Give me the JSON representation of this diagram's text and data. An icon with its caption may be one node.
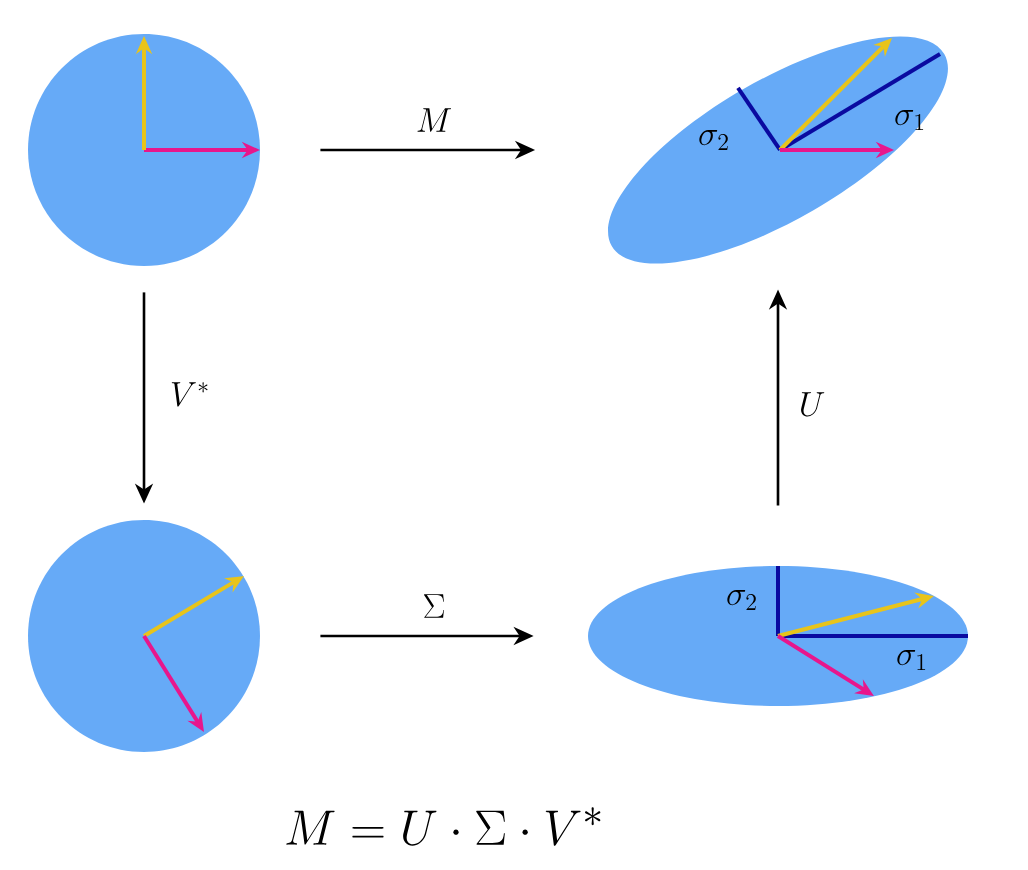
{
  "diagram": {
    "caption": "M = U \\cdot \\Sigma \\cdot V^*",
    "nodes": [
      {
        "text": [],
        "shape": "circle"
      },
      {
        "text": [
          "\\sigma_2",
          "\\sigma_1"
        ]
      },
      {
        "text": [],
        "shape": "circle"
      },
      {
        "text": [
          "\\sigma_2",
          "\\sigma_1"
        ]
      }
    ],
    "edges": [
      {
        "from": 0,
        "to": 1,
        "arrow": "to",
        "label": "M"
      },
      {
        "from": 0,
        "to": 2,
        "arrow": "to",
        "label": "V^*"
      },
      {
        "from": 2,
        "to": 3,
        "arrow": "to",
        "label": "\\Sigma"
      },
      {
        "from": 3,
        "to": 1,
        "arrow": "to",
        "label": "U"
      }
    ]
  }
}
